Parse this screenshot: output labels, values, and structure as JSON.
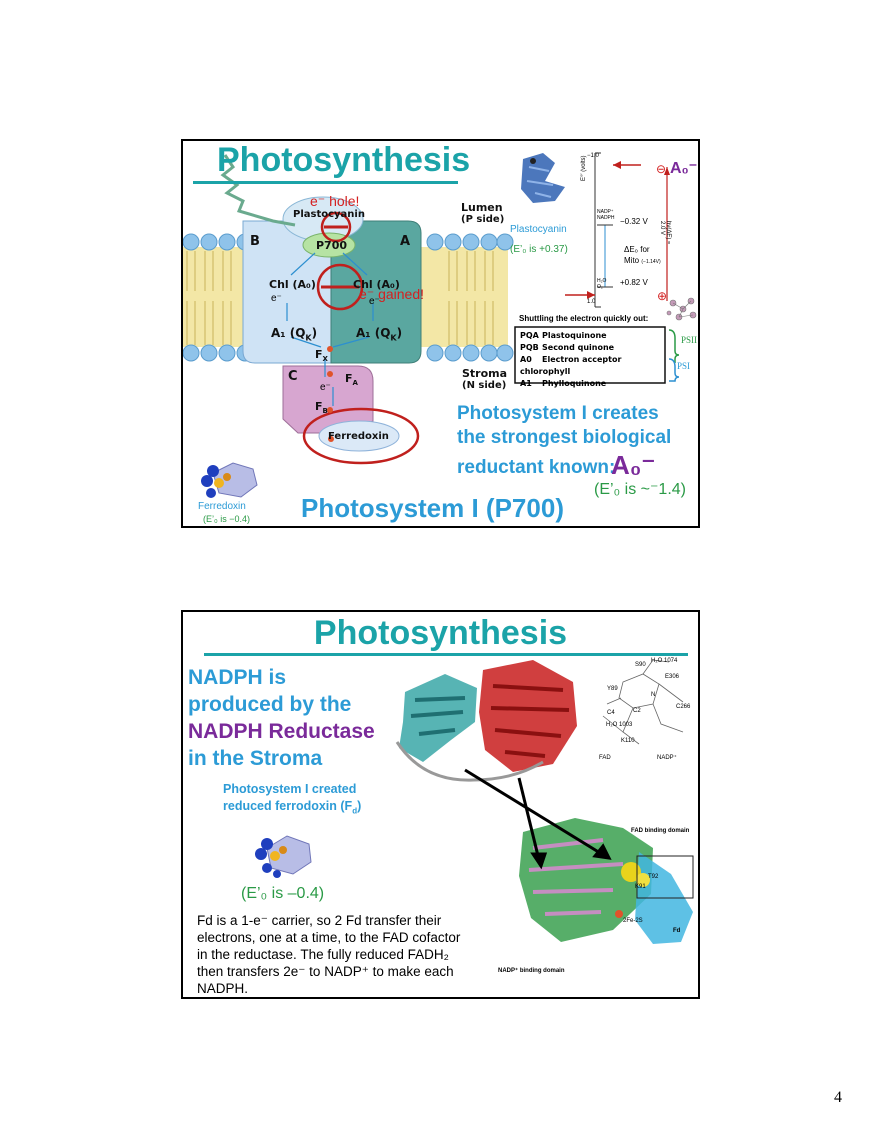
{
  "slide1": {
    "title": "Photosynthesis",
    "hole_label": "e⁻ hole!",
    "gained_label": "e⁻ gained!",
    "lumen_label": "Lumen",
    "lumen_side": "(P side)",
    "stroma_label": "Stroma",
    "stroma_side": "(N side)",
    "plastocyanin": "Plastocyanin",
    "p700": "P700",
    "subunit_b": "B",
    "subunit_a": "A",
    "subunit_c": "C",
    "chl_left": "Chl (A₀)",
    "chl_right": "Chl (A₀)",
    "electron": "e⁻",
    "a1_left": "A₁ (Q",
    "a1_right": "A₁ (Q",
    "a1_sub": "K",
    "fx": "F",
    "fx_sub": "X",
    "fa": "F",
    "fa_sub": "A",
    "fb": "F",
    "fb_sub": "B",
    "ferredoxin_box": "Ferredoxin",
    "plasto_caption": "Plastocyanin",
    "plasto_potential": "(E’₀ is +0.37)",
    "energy_minus032": "−0.32 V",
    "energy_plus082": "+0.82 V",
    "energy_delta": "ΔE₀ for",
    "energy_mito": "Mito",
    "energy_mito_value": "(−1.14V)",
    "energy_nadp": "NADP⁺",
    "energy_nadph": "NADPH",
    "energy_h2o": "H₂O",
    "energy_o2": "O₂",
    "energy_top_tick": "−1.0",
    "energy_bottom_tick": "1.0",
    "energy_axis": "E°′ (volts)",
    "energy_right_axis": "hν(ΔE) ≈ 2.0 V",
    "a0_symbol": "A₀⁻",
    "minus_sign": "⊖",
    "plus_sign": "⊕",
    "shuttle_title": "Shuttling the electron quickly out:",
    "shuttle_rows": [
      {
        "code": "PQA",
        "text": "Plastoquinone"
      },
      {
        "code": "PQB",
        "text": "Second quinone"
      },
      {
        "code": "A0",
        "text": "Electron acceptor chlorophyll"
      },
      {
        "code": "A1",
        "text": "Phylloquinone"
      }
    ],
    "psii_tag": "PSII",
    "psi_tag": "PSI",
    "psi_line1": "Photosystem I creates",
    "psi_line2": "the strongest biological",
    "psi_line3": "reductant known:",
    "psi_a0": "A₀⁻",
    "psi_potential": "(E’₀ is ~⁻1.4)",
    "bottom_title": "Photosystem I (P700)",
    "ferredoxin_caption": "Ferredoxin",
    "ferredoxin_potential": "(E’₀ is −0.4)"
  },
  "slide2": {
    "title": "Photosynthesis",
    "nadph_line1": "NADPH is",
    "nadph_line2": "produced by the",
    "nadph_line3": "NADPH Reductase",
    "nadph_line4": "in the Stroma",
    "created_line1": "Photosystem I created",
    "created_line2": "reduced ferrodoxin (F",
    "created_sub": "d",
    "fd_potential": "(E’₀ is –0.4)",
    "para_lines": [
      "Fd is a 1-e⁻ carrier, so 2 Fd transfer their",
      "electrons, one at a time, to the FAD cofactor",
      "in the reductase.  The fully reduced FADH₂",
      "then transfers 2e⁻ to NADP⁺ to make each",
      "NADPH."
    ],
    "fad_domain": "FAD binding domain",
    "nadp_domain": "NADP⁺ binding domain",
    "fd_label": "Fd",
    "residues": [
      "S90",
      "H₂O 1074",
      "E306",
      "Y89",
      "C266",
      "C4",
      "C2",
      "N",
      "H₂O 1003",
      "K110",
      "FAD",
      "NADP⁺",
      "T92",
      "K91",
      "2Fe-2S"
    ]
  },
  "page_number": "4",
  "colors": {
    "teal": "#1ba3a8",
    "blue": "#2c9bd6",
    "purple": "#7a2a9a",
    "green": "#2a9a46",
    "red": "#d42020",
    "membrane": "#f3e7a6",
    "psi_b": "#cfe3f5",
    "psi_a": "#5aa7a0",
    "psi_c": "#d7a6d0"
  }
}
